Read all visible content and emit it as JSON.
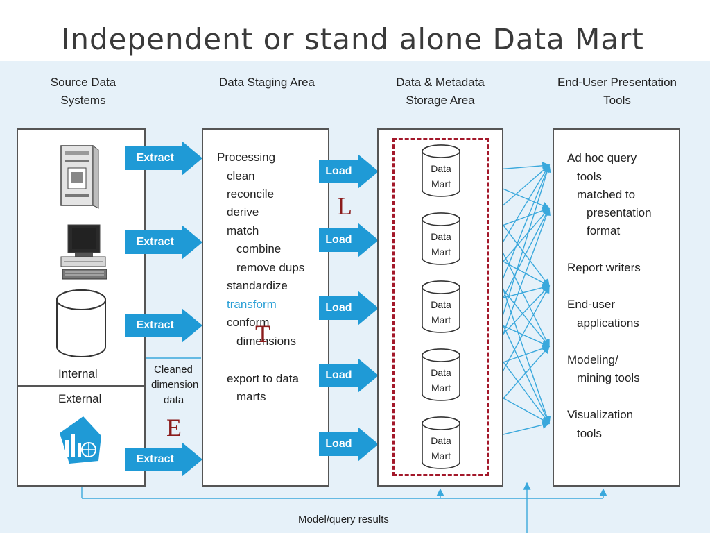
{
  "title": "Independent or stand alone Data Mart",
  "columns": {
    "source": "Source Data Systems",
    "staging": "Data Staging Area",
    "storage": "Data & Metadata Storage Area",
    "presentation": "End-User Presentation Tools"
  },
  "source": {
    "internal_label": "Internal",
    "external_label": "External",
    "icons": [
      "server-icon",
      "terminal-icon",
      "database-cylinder-icon",
      "external-data-icon"
    ]
  },
  "extract_label": "Extract",
  "load_label": "Load",
  "cleaned_label": [
    "Cleaned",
    "dimension",
    "data"
  ],
  "etl_letters": {
    "e": "E",
    "t": "T",
    "l": "L"
  },
  "staging": {
    "processing": "Processing",
    "steps": [
      "clean",
      "reconcile",
      "derive",
      "match",
      "combine",
      "remove dups",
      "standardize",
      "transform",
      "conform",
      "dimensions"
    ],
    "export": [
      "export to data",
      "marts"
    ]
  },
  "mart_label": [
    "Data",
    "Mart"
  ],
  "tools": {
    "adhoc": [
      "Ad hoc query",
      "tools",
      "matched to",
      "presentation",
      "format"
    ],
    "report": "Report writers",
    "enduser": [
      "End-user",
      "applications"
    ],
    "modeling": [
      "Modeling/",
      "mining tools"
    ],
    "visual": [
      "Visualization",
      "tools"
    ]
  },
  "bottom_label": "Model/query results",
  "colors": {
    "arrow": "#1f9ad6",
    "connector": "#3aa8dc",
    "dashed_border": "#a3182a",
    "letters": "#8b1c1c",
    "background": "#e6f1f9"
  }
}
